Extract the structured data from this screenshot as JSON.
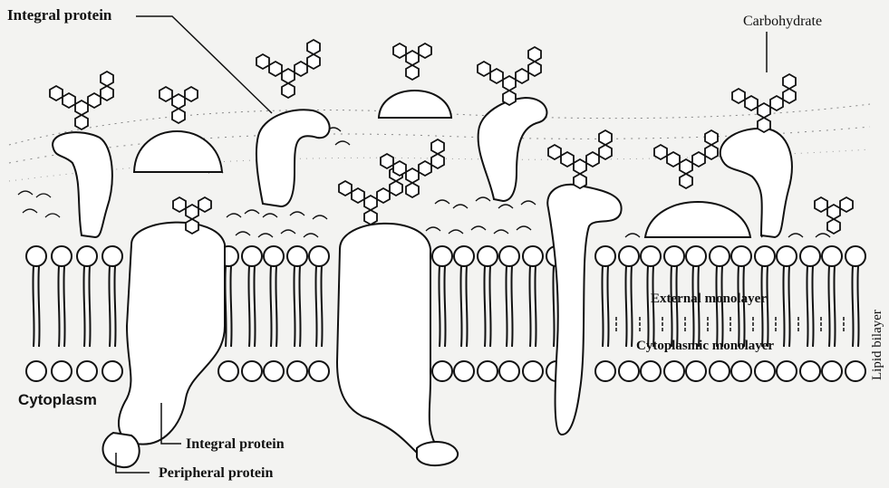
{
  "labels": {
    "integral_protein_top": "Integral protein",
    "carbohydrate": "Carbohydrate",
    "external_monolayer": "External monolayer",
    "cytoplasmic_monolayer": "Cytoplasmic monolayer",
    "lipid_bilayer": "Lipid bilayer",
    "cytoplasm": "Cytoplasm",
    "integral_protein_bottom": "Integral protein",
    "peripheral_protein": "Peripheral protein"
  },
  "colors": {
    "ink": "#111111",
    "paper": "#f3f3f1"
  }
}
